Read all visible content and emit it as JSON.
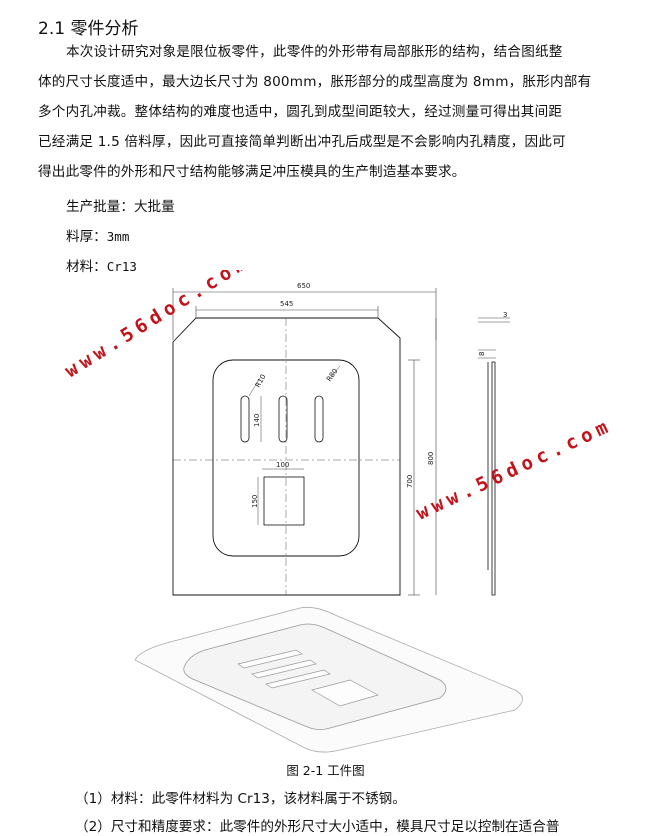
{
  "section": {
    "heading": "2.1 零件分析"
  },
  "paragraph": {
    "lines": [
      "本次设计研究对象是限位板零件，此零件的外形带有局部胀形的结构，结合图纸整",
      "体的尺寸长度适中，最大边长尺寸为 800mm，胀形部分的成型高度为 8mm，胀形内部有",
      "多个内孔冲裁。整体结构的难度也适中，圆孔到成型间距较大，经过测量可得出其间距",
      "已经满足 1.5 倍料厚，因此可直接简单判断出冲孔后成型是不会影响内孔精度，因此可",
      "得出此零件的外形和尺寸结构能够满足冲压模具的生产制造基本要求。"
    ]
  },
  "specs": {
    "batch_label": "生产批量：",
    "batch_value": "大批量",
    "thickness_label": "料厚：",
    "thickness_value": "3mm",
    "material_label": "材料：",
    "material_value": "Cr13"
  },
  "drawing": {
    "dims": {
      "overall_width": "650",
      "inner_width": "545",
      "thickness": "3",
      "form_height": "8",
      "total_height": "800",
      "body_height": "700",
      "hole_width": "100",
      "hole_height": "150",
      "slot_length": "140",
      "radius_a": "R10",
      "radius_b": "R80"
    },
    "watermark": "www.56doc.com",
    "caption": "图 2-1 工件图"
  },
  "items": [
    "（1）材料：此零件材料为 Cr13，该材料属于不锈钢。",
    "（2）尺寸和精度要求：此零件的外形尺寸大小适中，模具尺寸足以控制在适合普"
  ]
}
